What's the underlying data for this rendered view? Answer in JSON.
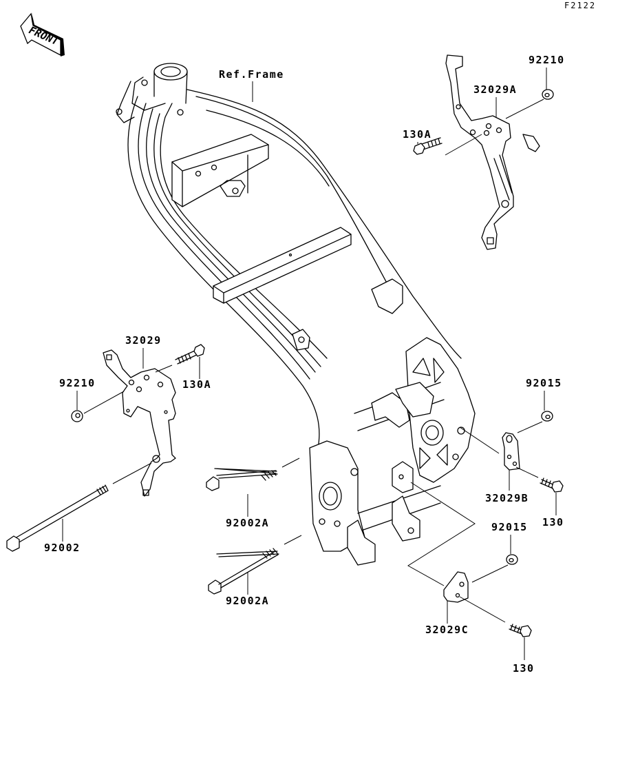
{
  "diagram": {
    "figure_code": "F2122",
    "direction_indicator": "FRONT",
    "reference_label": "Ref.Frame",
    "callouts": [
      {
        "id": "label-92210-top",
        "text": "92210",
        "part": "nut"
      },
      {
        "id": "label-32029A",
        "text": "32029A",
        "part": "bracket"
      },
      {
        "id": "label-130A-top",
        "text": "130A",
        "part": "bolt"
      },
      {
        "id": "label-32029",
        "text": "32029",
        "part": "bracket"
      },
      {
        "id": "label-92210-left",
        "text": "92210",
        "part": "nut"
      },
      {
        "id": "label-130A-left",
        "text": "130A",
        "part": "bolt"
      },
      {
        "id": "label-92002",
        "text": "92002",
        "part": "long-bolt"
      },
      {
        "id": "label-92002A-1",
        "text": "92002A",
        "part": "long-bolt"
      },
      {
        "id": "label-92002A-2",
        "text": "92002A",
        "part": "long-bolt"
      },
      {
        "id": "label-92015-top",
        "text": "92015",
        "part": "nut"
      },
      {
        "id": "label-32029B",
        "text": "32029B",
        "part": "bracket"
      },
      {
        "id": "label-130-top",
        "text": "130",
        "part": "bolt"
      },
      {
        "id": "label-92015-bottom",
        "text": "92015",
        "part": "nut"
      },
      {
        "id": "label-32029C",
        "text": "32029C",
        "part": "bracket"
      },
      {
        "id": "label-130-bottom",
        "text": "130",
        "part": "bolt"
      }
    ]
  }
}
